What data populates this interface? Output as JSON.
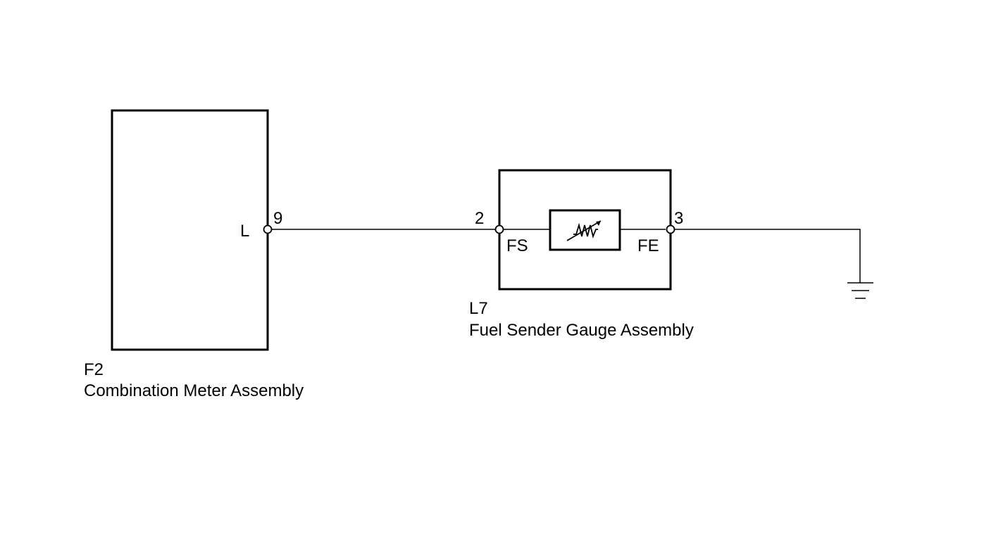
{
  "components": {
    "combination_meter": {
      "code": "F2",
      "name": "Combination Meter Assembly",
      "terminal_name": "L",
      "terminal_pin": "9"
    },
    "fuel_sender": {
      "code": "L7",
      "name": "Fuel Sender Gauge Assembly",
      "terminal_in_name": "FS",
      "terminal_in_pin": "2",
      "terminal_out_name": "FE",
      "terminal_out_pin": "3"
    }
  },
  "colors": {
    "line": "#000000",
    "background": "#ffffff"
  }
}
